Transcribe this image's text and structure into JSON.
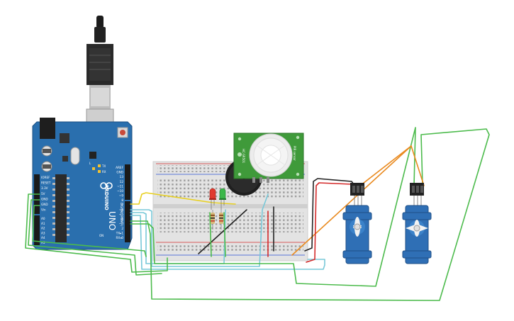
{
  "arduino": {
    "brand": "ARDUINO",
    "model": "UNO",
    "digital_label": "DIGITAL (PWM~)",
    "tx_label": "TX",
    "rx_label": "RX",
    "l_label": "L",
    "on_label": "ON",
    "power_pins": [
      "IOREF",
      "RESET",
      "3.3V",
      "5V",
      "GND",
      "GND",
      "Vin"
    ],
    "analog_pins": [
      "A0",
      "A1",
      "A2",
      "A3",
      "A4",
      "A5"
    ],
    "header_pins": [
      "AREF",
      "GND",
      "13",
      "12",
      "~11",
      "~10",
      "~9",
      "8",
      "7",
      "~6",
      "~5",
      "4",
      "~3",
      "2",
      "TX▸1",
      "RX◂0"
    ]
  },
  "pir": {
    "label_left": "HC-SR501",
    "label_right": "PIR sensor"
  },
  "colors": {
    "board_blue": "#2a6fae",
    "breadboard": "#e3e3e3",
    "pir_green": "#3f9a3a",
    "servo_blue": "#2f6fb5",
    "wire_green": "#4cbb4c",
    "wire_orange": "#e98a1f",
    "wire_yellow": "#e8d021",
    "wire_red": "#d42a2a",
    "wire_black": "#222222",
    "wire_cyan": "#78c8d8",
    "led_red": "#e03b2f",
    "led_green": "#3cb84a"
  },
  "icons": [
    "usb-cable-icon",
    "arduino-uno-icon",
    "breadboard-icon",
    "pir-sensor-icon",
    "piezo-buzzer-icon",
    "servo-icon",
    "led-icon",
    "resistor-icon"
  ]
}
